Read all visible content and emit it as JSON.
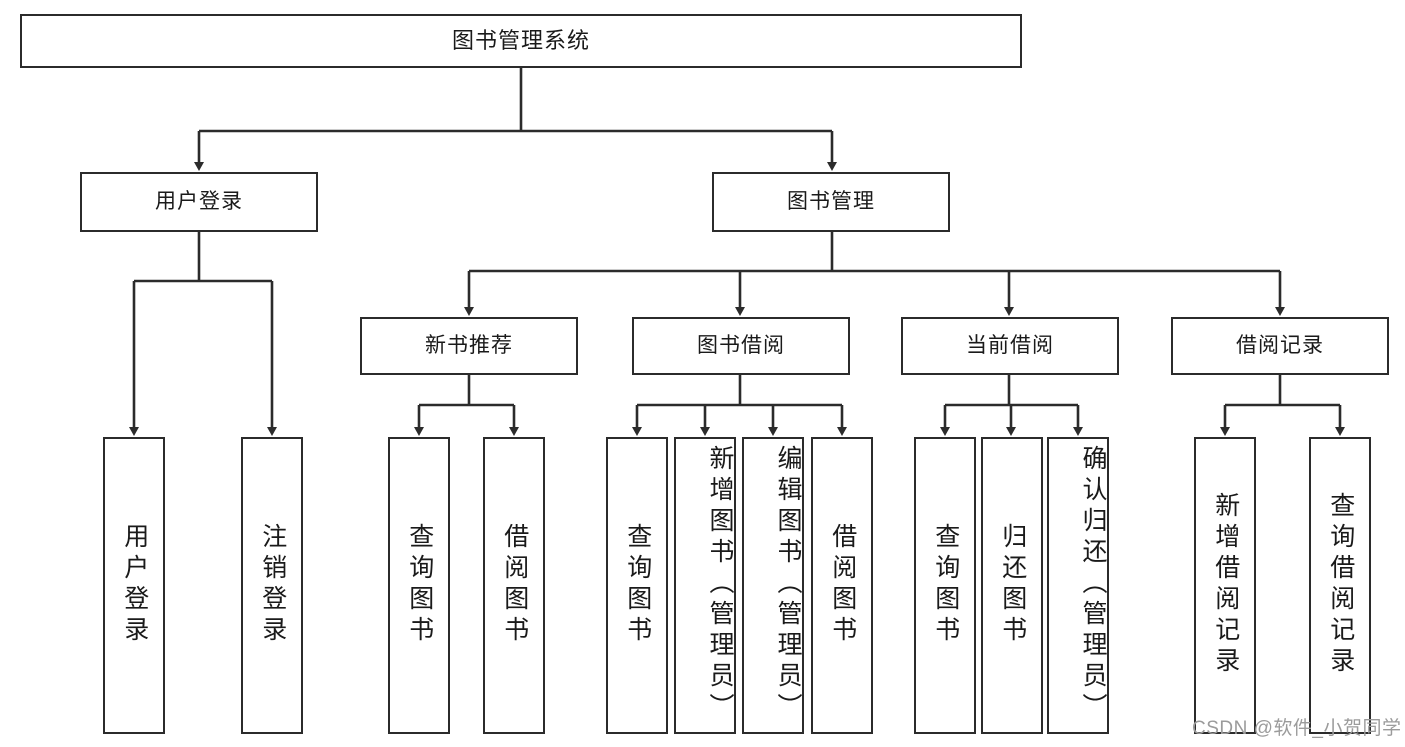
{
  "diagram": {
    "type": "tree",
    "title": "图书管理系统",
    "watermark": "CSDN @软件_小贺同学",
    "colors": {
      "stroke": "#2b2b2b",
      "fill": "#ffffff",
      "text": "#1a1a1a",
      "watermark": "#9b9b9b"
    },
    "nodes": {
      "root": {
        "label": "图书管理系统"
      },
      "level1": [
        {
          "label": "用户登录"
        },
        {
          "label": "图书管理"
        }
      ],
      "level2": [
        {
          "label": "新书推荐"
        },
        {
          "label": "图书借阅"
        },
        {
          "label": "当前借阅"
        },
        {
          "label": "借阅记录"
        }
      ],
      "leaves_user_login": [
        {
          "label": "用户登录"
        },
        {
          "label": "注销登录"
        }
      ],
      "leaves_new_book": [
        {
          "label": "查询图书"
        },
        {
          "label": "借阅图书"
        }
      ],
      "leaves_borrow": [
        {
          "label": "查询图书"
        },
        {
          "label": "新增图书（管理员）"
        },
        {
          "label": "编辑图书（管理员）"
        },
        {
          "label": "借阅图书"
        }
      ],
      "leaves_current": [
        {
          "label": "查询图书"
        },
        {
          "label": "归还图书"
        },
        {
          "label": "确认归还（管理员）"
        }
      ],
      "leaves_records": [
        {
          "label": "新增借阅记录"
        },
        {
          "label": "查询借阅记录"
        }
      ]
    }
  }
}
